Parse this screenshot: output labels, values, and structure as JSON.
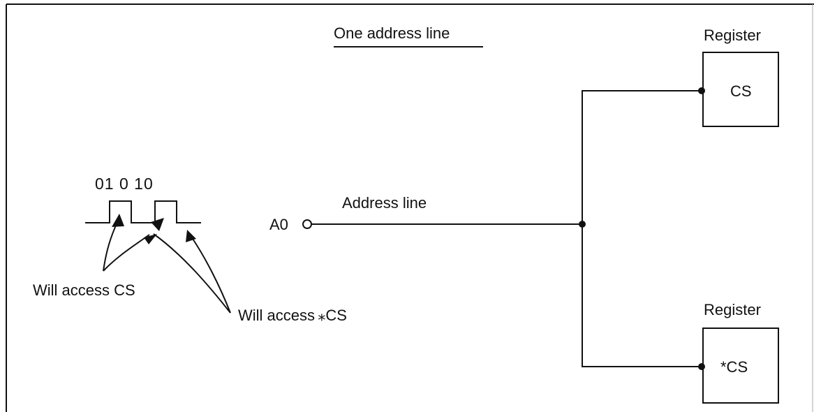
{
  "title": "One address line",
  "waveform": {
    "bits_label": "01 0 10",
    "annotation_cs": "Will access CS",
    "annotation_not_cs": "Will access ⁎CS"
  },
  "address": {
    "pin_label": "A0",
    "line_label": "Address line"
  },
  "registers": [
    {
      "heading": "Register",
      "inner_label": "CS"
    },
    {
      "heading": "Register",
      "inner_label": "*CS"
    }
  ]
}
